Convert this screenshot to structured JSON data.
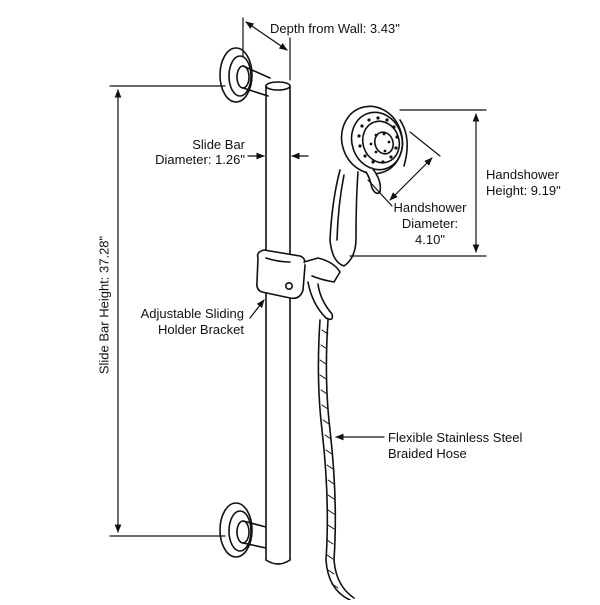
{
  "labels": {
    "depth": "Depth from Wall: 3.43\"",
    "slide_bar_diameter_1": "Slide Bar",
    "slide_bar_diameter_2": "Diameter: 1.26\"",
    "handshower_height_1": "Handshower",
    "handshower_height_2": "Height: 9.19\"",
    "handshower_diameter_1": "Handshower",
    "handshower_diameter_2": "Diameter:",
    "handshower_diameter_3": "4.10\"",
    "slide_bar_height": "Slide Bar Height: 37.28\"",
    "bracket_1": "Adjustable Sliding",
    "bracket_2": "Holder Bracket",
    "hose_1": "Flexible Stainless Steel",
    "hose_2": "Braided Hose"
  },
  "colors": {
    "line": "#111111",
    "fill": "#ffffff"
  }
}
